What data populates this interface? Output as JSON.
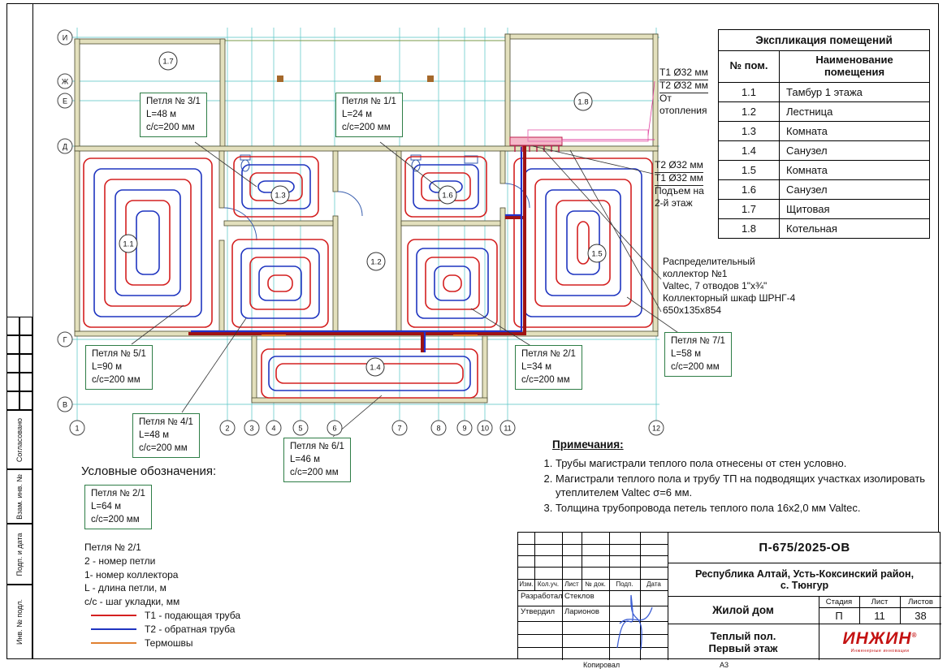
{
  "sheet": {
    "footer_copied": "Копировал",
    "footer_format": "А3"
  },
  "explication": {
    "title": "Экспликация помещений",
    "col_num": "№ пом.",
    "col_name": "Наименование\nпомещения",
    "rows": [
      {
        "num": "1.1",
        "name": "Тамбур 1 этажа"
      },
      {
        "num": "1.2",
        "name": "Лестница"
      },
      {
        "num": "1.3",
        "name": "Комната"
      },
      {
        "num": "1.4",
        "name": "Санузел"
      },
      {
        "num": "1.5",
        "name": "Комната"
      },
      {
        "num": "1.6",
        "name": "Санузел"
      },
      {
        "num": "1.7",
        "name": "Щитовая"
      },
      {
        "num": "1.8",
        "name": "Котельная"
      }
    ]
  },
  "loops": [
    {
      "title": "Петля № 3/1",
      "len": "L=48 м",
      "step": "с/с=200 мм"
    },
    {
      "title": "Петля № 1/1",
      "len": "L=24 м",
      "step": "с/с=200 мм"
    },
    {
      "title": "Петля № 5/1",
      "len": "L=90 м",
      "step": "с/с=200 мм"
    },
    {
      "title": "Петля № 4/1",
      "len": "L=48 м",
      "step": "с/с=200 мм"
    },
    {
      "title": "Петля № 6/1",
      "len": "L=46 м",
      "step": "с/с=200 мм"
    },
    {
      "title": "Петля № 2/1",
      "len": "L=34 м",
      "step": "с/с=200 мм"
    },
    {
      "title": "Петля № 7/1",
      "len": "L=58 м",
      "step": "с/с=200 мм"
    },
    {
      "title": "Петля № 2/1",
      "len": "L=64 м",
      "step": "с/с=200 мм"
    }
  ],
  "annotations": {
    "t1_top": "Т1 Ø32 мм",
    "t2_top": "Т2 Ø32 мм",
    "from_heating": "От\nотопления",
    "t2_mid": "Т2 Ø32 мм",
    "t1_mid": "Т1 Ø32 мм",
    "rise": "Подъем на\n2-й этаж",
    "collector": "Распределительный\nколлектор №1\nValtec, 7 отводов 1\"х¾\"\nКоллекторный шкаф ШРНГ-4\n650х135х854"
  },
  "legend": {
    "title": "Условные обозначения:",
    "explain": [
      "Петля № 2/1",
      "2 - номер петли",
      "1- номер коллектора",
      "L - длина петли, м",
      "с/с - шаг укладки, мм"
    ],
    "lines": [
      {
        "label": "Т1 - подающая труба",
        "color": "#d42020"
      },
      {
        "label": "Т2 - обратная труба",
        "color": "#1f35c0"
      },
      {
        "label": "Термошвы",
        "color": "#e08030"
      }
    ]
  },
  "notes": {
    "title": "Примечания:",
    "items": [
      "Трубы магистрали теплого пола отнесены от стен условно.",
      "Магистрали теплого пола и трубу ТП на подводящих участках изолировать утеплителем Valtec σ=6 мм.",
      "Толщина трубопровода петель теплого пола 16х2,0 мм Valtec."
    ]
  },
  "axes": {
    "cols": [
      "1",
      "2",
      "3",
      "4",
      "5",
      "6",
      "7",
      "8",
      "9",
      "10",
      "11",
      "12"
    ],
    "rows": [
      "И",
      "Ж",
      "Е",
      "Д",
      "Г",
      "В"
    ]
  },
  "rooms": [
    "1.7",
    "1.8",
    "1.3",
    "1.6",
    "1.1",
    "1.2",
    "1.5",
    "1.4"
  ],
  "titleblock": {
    "doc_code": "П-675/2025-ОВ",
    "location": "Республика Алтай, Усть-Коксинский район,\nс. Тюнгур",
    "object_name": "Жилой дом",
    "drawing_name": "Теплый пол.\nПервый этаж",
    "stage_label": "Стадия",
    "sheet_label": "Лист",
    "sheets_label": "Листов",
    "stage": "П",
    "sheet": "11",
    "sheets": "38",
    "header_cols": [
      "Изм.",
      "Кол.уч.",
      "Лист",
      "№ док.",
      "Подп.",
      "Дата"
    ],
    "roles": [
      {
        "role": "Разработал",
        "name": "Стеклов"
      },
      {
        "role": "Утвердил",
        "name": "Ларионов"
      }
    ],
    "logo_text": "ИНЖИН",
    "logo_reg": "®",
    "logo_sub": "Инженерные инновации"
  },
  "side_labels": [
    "Согласовано",
    "Взам. инв. №",
    "Подп. и дата",
    "Инв. № подл."
  ]
}
